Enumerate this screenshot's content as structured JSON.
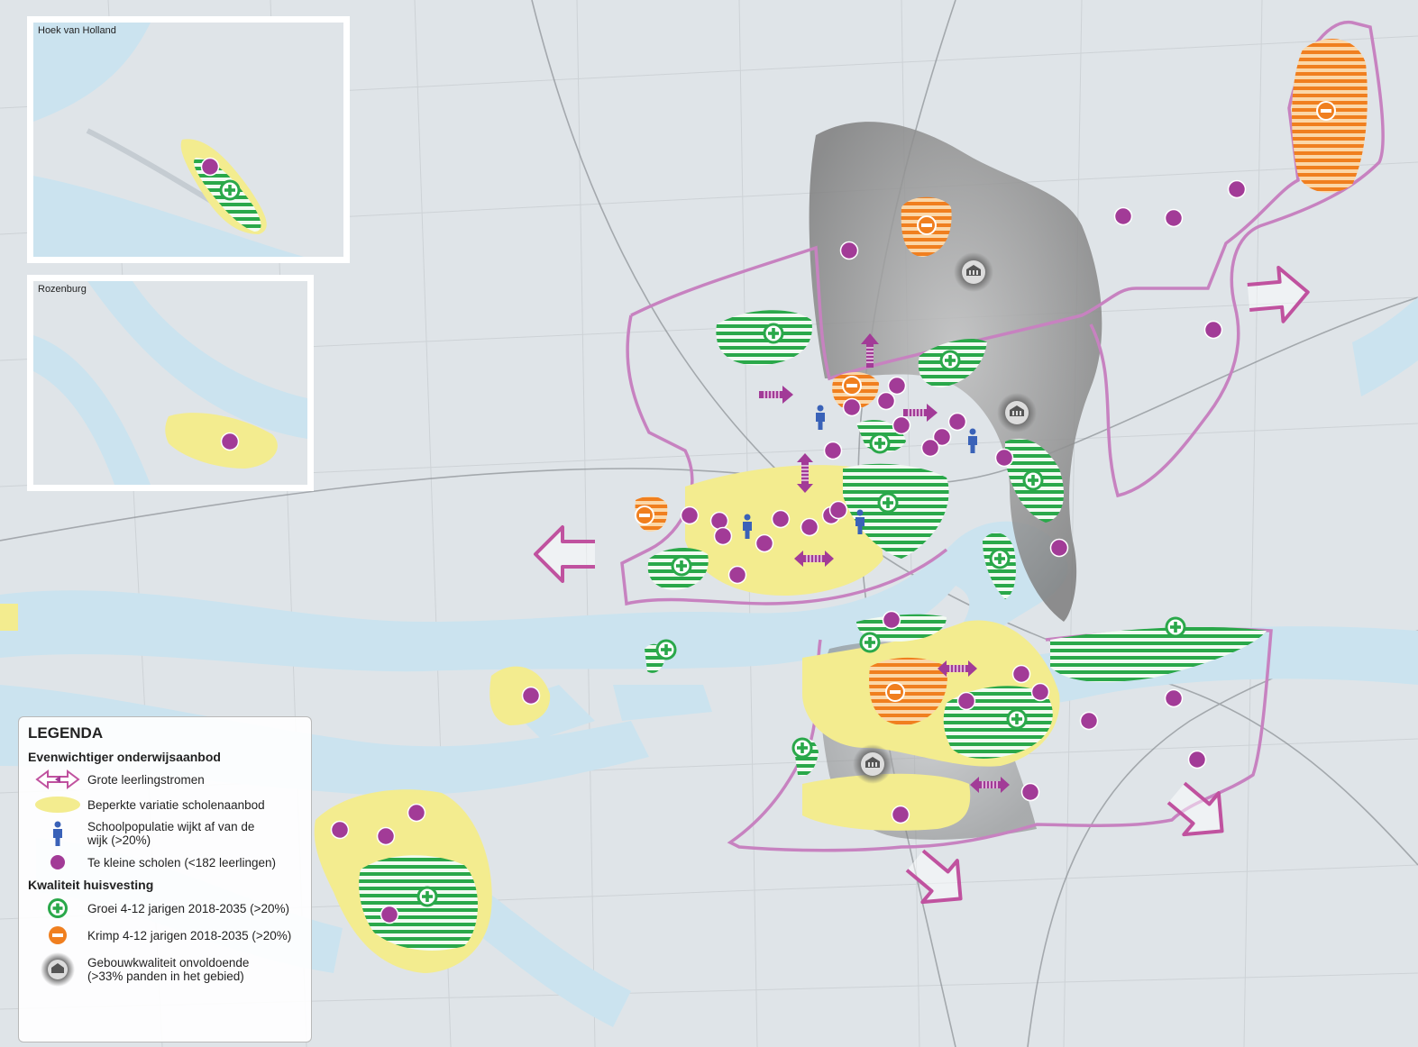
{
  "insets": [
    {
      "title": "Hoek van Holland"
    },
    {
      "title": "Rozenburg"
    }
  ],
  "legend": {
    "title": "LEGENDA",
    "section1": "Evenwichtiger onderwijsaanbod",
    "items1": [
      {
        "symbol": "double-arrow-icon",
        "label": "Grote leerlingstromen"
      },
      {
        "symbol": "yellow-area",
        "label": "Beperkte variatie scholenaanbod"
      },
      {
        "symbol": "person-icon",
        "label": "Schoolpopulatie wijkt af van de wijk (>20%)"
      },
      {
        "symbol": "purple-dot",
        "label": "Te kleine scholen (<182 leerlingen)"
      }
    ],
    "section2": "Kwaliteit huisvesting",
    "items2": [
      {
        "symbol": "plus-icon",
        "label": "Groei 4-12 jarigen 2018-2035 (>20%)"
      },
      {
        "symbol": "minus-icon",
        "label": "Krimp 4-12 jarigen 2018-2035 (>20%)"
      },
      {
        "symbol": "building-icon",
        "label": "Gebouwkwaliteit onvoldoende (>33% panden in het gebied)"
      }
    ]
  },
  "colors": {
    "water": "#cbe3ef",
    "land": "#dfe4e8",
    "yellow": "#f3ec8f",
    "green": "#2aa84a",
    "orange": "#f07f1f",
    "purple": "#a23b97",
    "boundary": "#c782c0"
  }
}
